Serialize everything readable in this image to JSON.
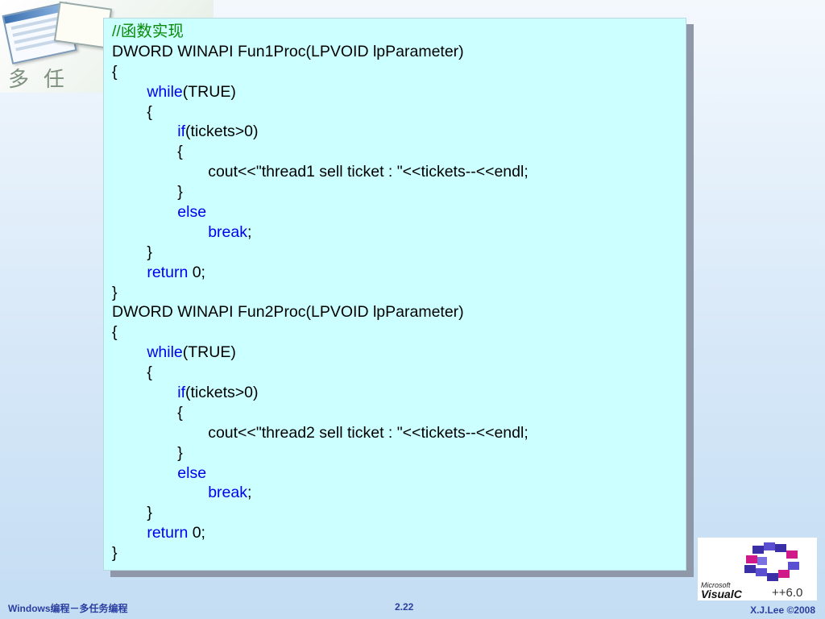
{
  "slide": {
    "footer_left": "Windows编程－多任务编程",
    "page_number": "2.22",
    "footer_right": "X.J.Lee ©2008",
    "corner_caption": "多任",
    "logo": {
      "microsoft": "Microsoft",
      "visual": "VisualC",
      "version": "++6.0",
      "colors": [
        "#3b2fa8",
        "#d01a8a",
        "#5a4fd0"
      ]
    }
  },
  "code_lines": [
    [
      {
        "t": "//函数实现",
        "k": "cm"
      }
    ],
    [
      {
        "t": "DWORD WINAPI Fun1Proc(LPVOID lpParameter)",
        "k": "n"
      }
    ],
    [
      {
        "t": "{",
        "k": "n"
      }
    ],
    [
      {
        "t": "        ",
        "k": "n"
      },
      {
        "t": "while",
        "k": "kw"
      },
      {
        "t": "(TRUE)",
        "k": "n"
      }
    ],
    [
      {
        "t": "        {",
        "k": "n"
      }
    ],
    [
      {
        "t": "               ",
        "k": "n"
      },
      {
        "t": "if",
        "k": "kw"
      },
      {
        "t": "(tickets>0)",
        "k": "n"
      }
    ],
    [
      {
        "t": "               {",
        "k": "n"
      }
    ],
    [
      {
        "t": "                      cout<<\"thread1 sell ticket : \"<<tickets--<<endl;",
        "k": "n"
      }
    ],
    [
      {
        "t": "               }",
        "k": "n"
      }
    ],
    [
      {
        "t": "               ",
        "k": "n"
      },
      {
        "t": "else",
        "k": "kw"
      }
    ],
    [
      {
        "t": "                      ",
        "k": "n"
      },
      {
        "t": "break",
        "k": "kw"
      },
      {
        "t": ";",
        "k": "n"
      }
    ],
    [
      {
        "t": "        }",
        "k": "n"
      }
    ],
    [
      {
        "t": "        ",
        "k": "n"
      },
      {
        "t": "return",
        "k": "kw"
      },
      {
        "t": " 0;",
        "k": "n"
      }
    ],
    [
      {
        "t": "}",
        "k": "n"
      }
    ],
    [
      {
        "t": "DWORD WINAPI Fun2Proc(LPVOID lpParameter)",
        "k": "n"
      }
    ],
    [
      {
        "t": "{",
        "k": "n"
      }
    ],
    [
      {
        "t": "        ",
        "k": "n"
      },
      {
        "t": "while",
        "k": "kw"
      },
      {
        "t": "(TRUE)",
        "k": "n"
      }
    ],
    [
      {
        "t": "        {",
        "k": "n"
      }
    ],
    [
      {
        "t": "               ",
        "k": "n"
      },
      {
        "t": "if",
        "k": "kw"
      },
      {
        "t": "(tickets>0)",
        "k": "n"
      }
    ],
    [
      {
        "t": "               {",
        "k": "n"
      }
    ],
    [
      {
        "t": "                      cout<<\"thread2 sell ticket : \"<<tickets--<<endl;",
        "k": "n"
      }
    ],
    [
      {
        "t": "               }",
        "k": "n"
      }
    ],
    [
      {
        "t": "               ",
        "k": "n"
      },
      {
        "t": "else",
        "k": "kw"
      }
    ],
    [
      {
        "t": "                      ",
        "k": "n"
      },
      {
        "t": "break",
        "k": "kw"
      },
      {
        "t": ";",
        "k": "n"
      }
    ],
    [
      {
        "t": "        }",
        "k": "n"
      }
    ],
    [
      {
        "t": "        ",
        "k": "n"
      },
      {
        "t": "return",
        "k": "kw"
      },
      {
        "t": " 0;",
        "k": "n"
      }
    ],
    [
      {
        "t": "}",
        "k": "n"
      }
    ]
  ],
  "colors": {
    "keyword": "#0000ee",
    "comment": "#0a8a0a",
    "code_background": "#ccffff",
    "footer_text": "#2a3fa0"
  }
}
